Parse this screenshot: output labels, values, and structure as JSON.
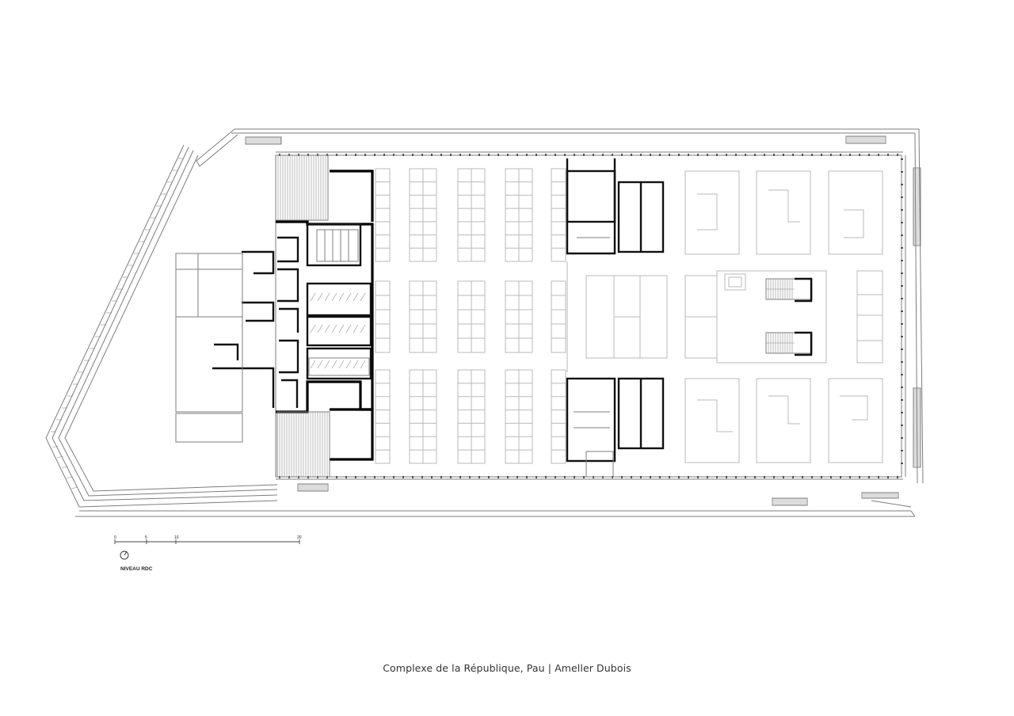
{
  "plan": {
    "level_label": "NIVEAU RDC",
    "scale_ticks": [
      "0",
      "5",
      "10",
      "20"
    ],
    "north_icon": "north-arrow-icon"
  },
  "caption": "Complexe de la République, Pau  |  Ameller Dubois",
  "colors": {
    "ink": "#111111",
    "light_line": "#b9b9b9",
    "background": "#ffffff"
  }
}
